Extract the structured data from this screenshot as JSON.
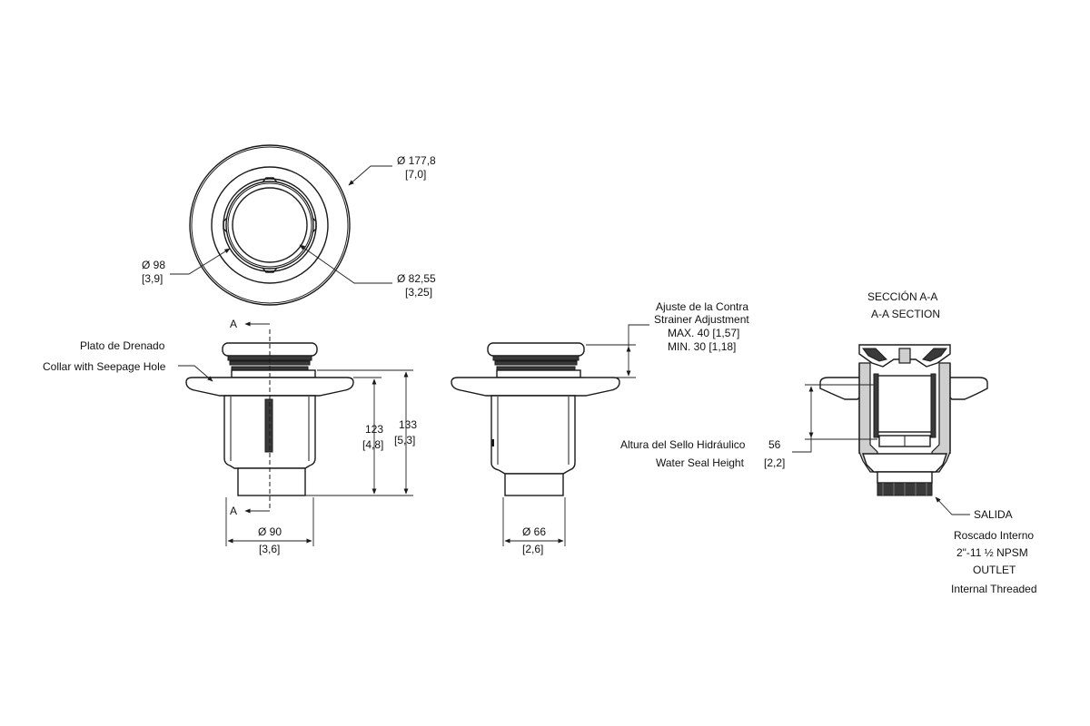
{
  "top_view": {
    "outer_dia_label": "Ø 177,8",
    "outer_dia_in": "[7,0]",
    "left_dia_label": "Ø 98",
    "left_dia_in": "[3,9]",
    "inner_dia_label": "Ø 82,55",
    "inner_dia_in": "[3,25]"
  },
  "front_view": {
    "collar_label_es": "Plato de Drenado",
    "collar_label_en": "Collar with Seepage Hole",
    "section_mark_top": "A",
    "section_mark_bottom": "A",
    "height_inner": "123",
    "height_inner_in": "[4,8]",
    "height_outer": "133",
    "height_outer_in": "[5,3]",
    "bottom_dia_label": "Ø 90",
    "bottom_dia_in": "[3,6]"
  },
  "side_view": {
    "adjust_label_line1": "Ajuste de la Contra",
    "adjust_label_line2": "Strainer Adjustment",
    "adjust_max": "MAX. 40 [1,57]",
    "adjust_min": "MIN. 30 [1,18]",
    "bottom_dia_label": "Ø 66",
    "bottom_dia_in": "[2,6]"
  },
  "section_view": {
    "title_es": "SECCIÓN A-A",
    "title_en": "A-A SECTION",
    "seal_label_es": "Altura del Sello Hidráulico",
    "seal_label_en": "Water Seal Height",
    "seal_value": "56",
    "seal_value_in": "[2,2]",
    "outlet_line1": "SALIDA",
    "outlet_line2": "Roscado Interno",
    "outlet_line3": "2\"-11 ½ NPSM",
    "outlet_line4": "OUTLET",
    "outlet_line5": "Internal Threaded"
  }
}
